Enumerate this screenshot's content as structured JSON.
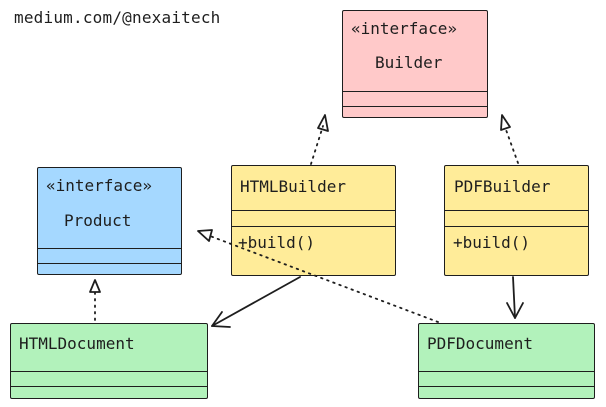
{
  "watermark": "medium.com/@nexaitech",
  "boxes": {
    "builder": {
      "stereotype": "«interface»",
      "name": "Builder"
    },
    "product": {
      "stereotype": "«interface»",
      "name": "Product"
    },
    "html_builder": {
      "name": "HTMLBuilder",
      "method": "+build()"
    },
    "pdf_builder": {
      "name": "PDFBuilder",
      "method": "+build()"
    },
    "html_document": {
      "name": "HTMLDocument"
    },
    "pdf_document": {
      "name": "PDFDocument"
    }
  },
  "colors": {
    "interface_builder": "#ffc9c9",
    "interface_product": "#a5d8ff",
    "concrete_builder": "#ffec99",
    "concrete_product": "#b2f2bb",
    "stroke": "#1e1e1e"
  }
}
